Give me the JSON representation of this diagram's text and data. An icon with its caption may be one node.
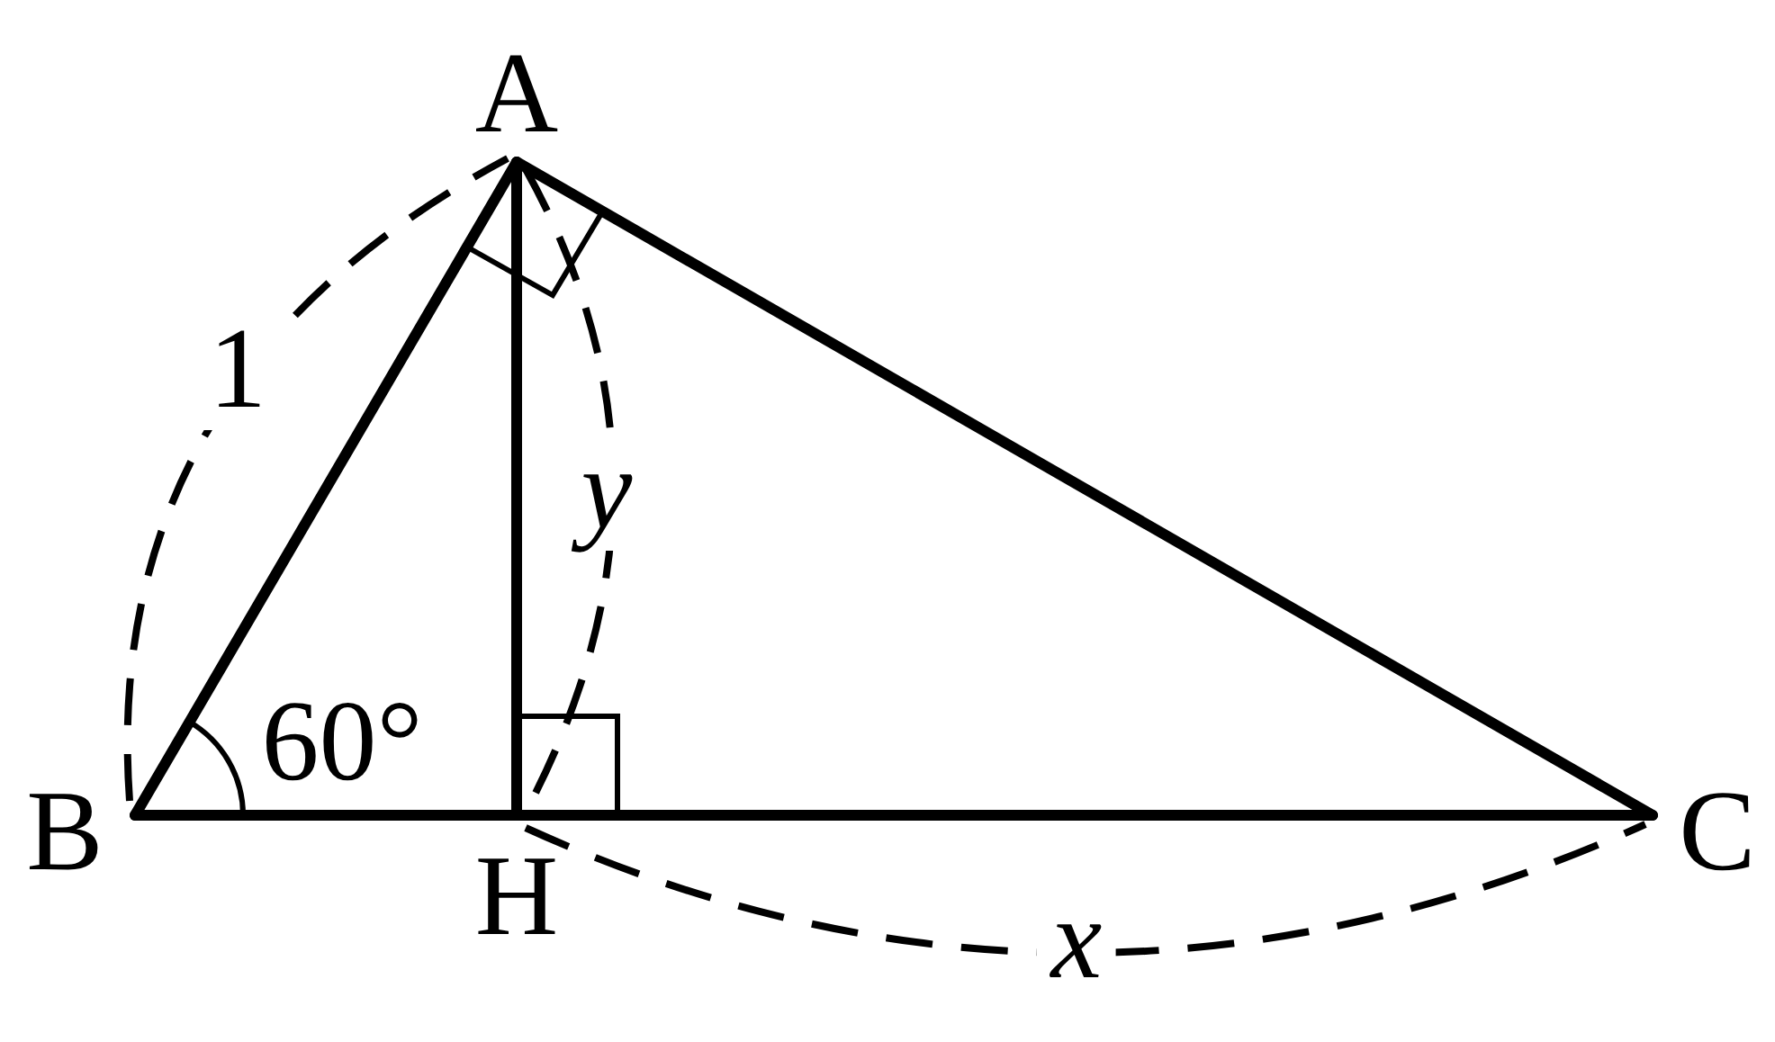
{
  "diagram": {
    "nodes": [
      {
        "text": [
          "A"
        ]
      },
      {
        "text": [
          "B"
        ]
      },
      {
        "text": [
          "H"
        ]
      },
      {
        "text": [
          "C"
        ]
      }
    ],
    "edges": [
      {
        "from": 0,
        "to": 1,
        "arrow": "none"
      },
      {
        "from": 1,
        "to": 2,
        "arrow": "none"
      },
      {
        "from": 2,
        "to": 3,
        "arrow": "none"
      },
      {
        "from": 0,
        "to": 2,
        "arrow": "none"
      },
      {
        "from": 0,
        "to": 3,
        "arrow": "none"
      }
    ],
    "labels": [
      "1",
      "60°",
      "y",
      "x"
    ]
  }
}
